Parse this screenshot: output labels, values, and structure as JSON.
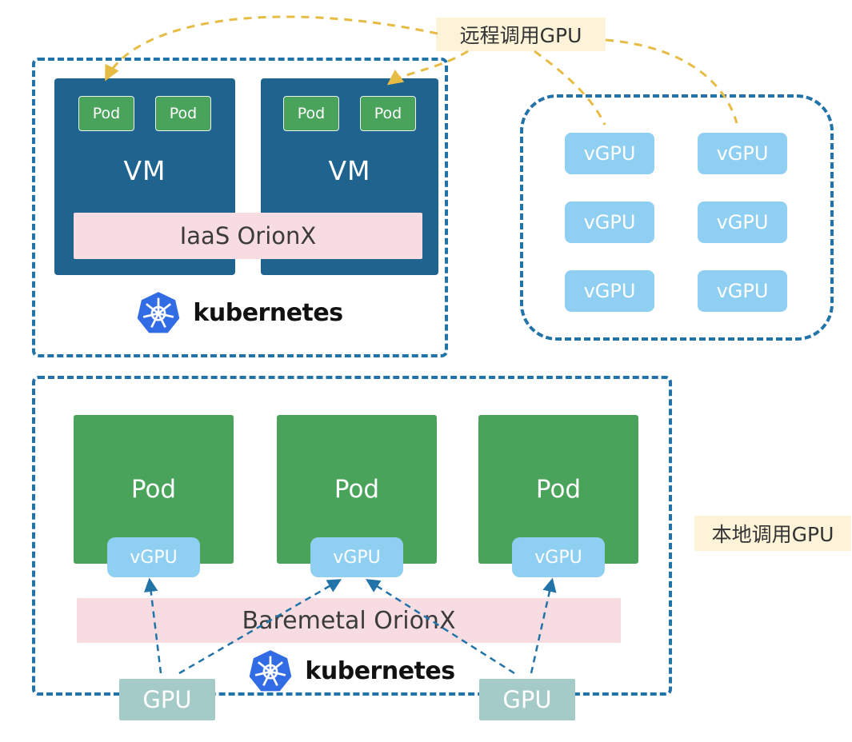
{
  "annotations": {
    "remote": "远程调用GPU",
    "local": "本地调用GPU"
  },
  "iaas_cluster": {
    "vms": [
      {
        "label": "VM",
        "pods": [
          {
            "label": "Pod"
          },
          {
            "label": "Pod"
          }
        ]
      },
      {
        "label": "VM",
        "pods": [
          {
            "label": "Pod"
          },
          {
            "label": "Pod"
          }
        ]
      }
    ],
    "platform_label": "IaaS OrionX",
    "kubernetes_label": "kubernetes"
  },
  "remote_gpu_pool": {
    "vgpus": [
      "vGPU",
      "vGPU",
      "vGPU",
      "vGPU",
      "vGPU",
      "vGPU"
    ]
  },
  "baremetal_cluster": {
    "pods": [
      {
        "label": "Pod",
        "vgpu": "vGPU"
      },
      {
        "label": "Pod",
        "vgpu": "vGPU"
      },
      {
        "label": "Pod",
        "vgpu": "vGPU"
      }
    ],
    "platform_label": "Baremetal OrionX",
    "kubernetes_label": "kubernetes",
    "gpus": [
      "GPU",
      "GPU"
    ]
  },
  "colors": {
    "dashed_border": "#2273a8",
    "vm_blue": "#1f638f",
    "pod_green": "#4aa35a",
    "vgpu_blue": "#8fd0f2",
    "gpu_teal": "#a5cbc9",
    "orionx_pink": "#f7dde2",
    "annotation_bg": "#fdf3d8",
    "arrow_yellow": "#e6bc45",
    "kubernetes_blue": "#326ce5"
  }
}
